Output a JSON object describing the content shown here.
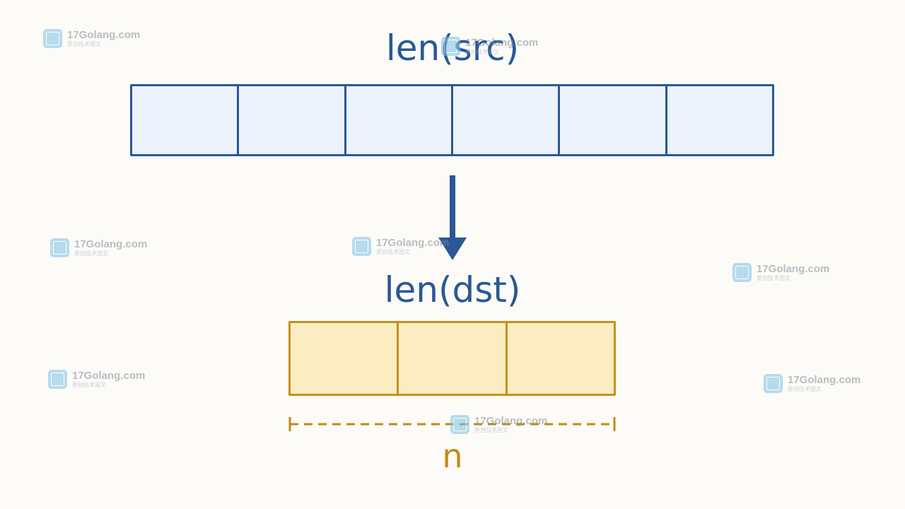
{
  "diagram": {
    "src_title": "len(src)",
    "dst_title": "len(dst)",
    "n_label": "n",
    "src_cells": 6,
    "dst_cells": 3,
    "colors": {
      "background": "#fcfbf7",
      "src_border": "#2a5895",
      "src_fill": "#ecf3fd",
      "dst_border": "#c99017",
      "dst_fill": "#fbecc2",
      "arrow": "#2a5895",
      "n_color": "#c38a16"
    }
  },
  "watermark": {
    "title": "17Golang.com",
    "subtitle": "原创技术图文",
    "icon": "brand-logo-icon"
  }
}
